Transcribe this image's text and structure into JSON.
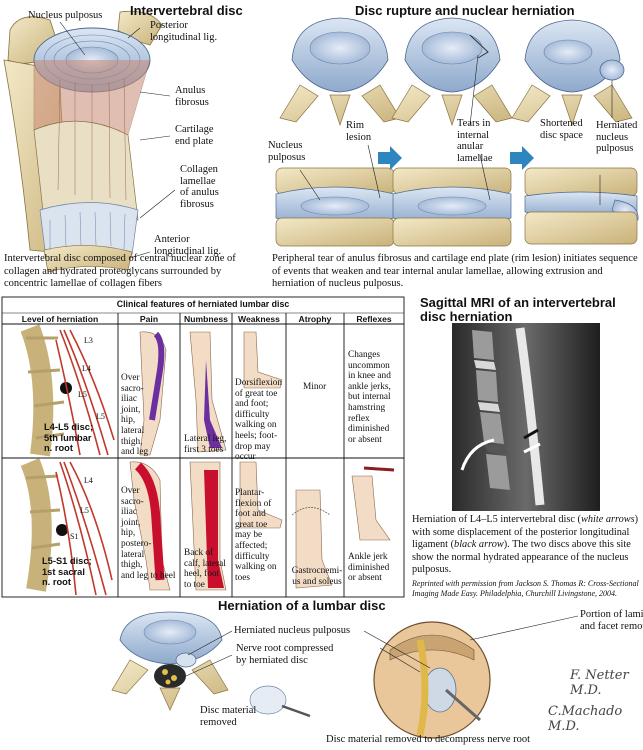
{
  "panel1": {
    "title": "Intervertebral disc",
    "labels": {
      "nucleus": "Nucleus pulposus",
      "posterior": "Posterior\nlongitudinal lig.",
      "anulus": "Anulus\nfibrosus",
      "cartilage": "Cartilage\nend plate",
      "collagen": "Collagen\nlamellae\nof anulus\nfibrosus",
      "anterior": "Anterior\nlongitudinal lig."
    },
    "caption": "Intervertebral disc composed of central nuclear zone of collagen and hydrated proteoglycans surrounded by concentric lamellae of collagen fibers"
  },
  "panel2": {
    "title": "Disc rupture and nuclear herniation",
    "labels": {
      "nucleus": "Nucleus\npulposus",
      "rim": "Rim\nlesion",
      "tears": "Tears in\ninternal\nanular\nlamellae",
      "shortened": "Shortened\ndisc space",
      "herniated": "Herniated\nnucleus\npulposus"
    },
    "caption": "Peripheral tear of anulus fibrosus and cartilage end plate (rim lesion) initiates sequence of events that weaken and tear internal anular lamellae, allowing extrusion and herniation of nucleus pulposus."
  },
  "table": {
    "title": "Clinical features of herniated lumbar disc",
    "headers": [
      "Level of herniation",
      "Pain",
      "Numbness",
      "Weakness",
      "Atrophy",
      "Reflexes"
    ],
    "rows": [
      {
        "level": "L4-L5 disc;\n5th lumbar\nn. root",
        "vertebrae": [
          "L3",
          "L4",
          "L5",
          "L5"
        ],
        "pain": "Over\nsacro-\niliac\njoint,\nhip,\nlateral\nthigh,\nand leg",
        "numbness": "Lateral leg,\nfirst 3 toes",
        "weakness": "Dorsiflexion\nof great toe\nand foot;\ndifficulty\nwalking on\nheels; foot-\ndrop may\noccur",
        "atrophy": "Minor",
        "reflexes": "Changes\nuncommon\nin knee and\nankle jerks,\nbut internal\nhamstring\nreflex\ndiminished\nor absent"
      },
      {
        "level": "L5-S1 disc;\n1st sacral\nn. root",
        "vertebrae": [
          "L4",
          "L5",
          "S1"
        ],
        "pain": "Over\nsacro-\niliac\njoint,\nhip,\npostero-\nlateral\nthigh,\nand leg to heel",
        "numbness": "Back of\ncalf, lateral\nheel, foot\nto toe",
        "weakness": "Plantar-\nflexion of\nfoot and\ngreat toe\nmay be\naffected;\ndifficulty\nwalking on\ntoes",
        "atrophy": "Gastrocnemi-\nus and soleus",
        "reflexes": "Ankle jerk\ndiminished\nor absent"
      }
    ]
  },
  "mri": {
    "title": "Sagittal MRI of an intervertebral\ndisc herniation",
    "caption_parts": [
      "Herniation of L4–L5 intervertebral disc (",
      "white arrows",
      ") with some displacement of the posterior longitudinal ligament (",
      "black arrow",
      "). The two discs above this site show the normal hydrated appearance of the nucleus pulposus."
    ],
    "credit_parts": [
      "Reprinted with permission from Jackson S. Thomas R: Cross-Sectional Imaging Made Easy. ",
      "Philadelphia, Churchill Livingstone, 2004."
    ]
  },
  "panel3": {
    "title": "Herniation of a lumbar disc",
    "labels": {
      "herniated": "Herniated nucleus pulposus",
      "nerve": "Nerve root compressed\nby herniated disc",
      "lamina": "Portion of lamina\nand facet removed",
      "material": "Disc material\nremoved",
      "decompress": "Disc material removed to decompress nerve root"
    },
    "signatures": [
      "F. Netter M.D.",
      "C.Machado M.D."
    ]
  },
  "colors": {
    "nerve": "#c0392b",
    "pain": "#c8102e",
    "numbness": "#6b2fa0",
    "bone": "#e8d9a8",
    "disc": "#9fb6d6",
    "arrow": "#2e86c1"
  }
}
